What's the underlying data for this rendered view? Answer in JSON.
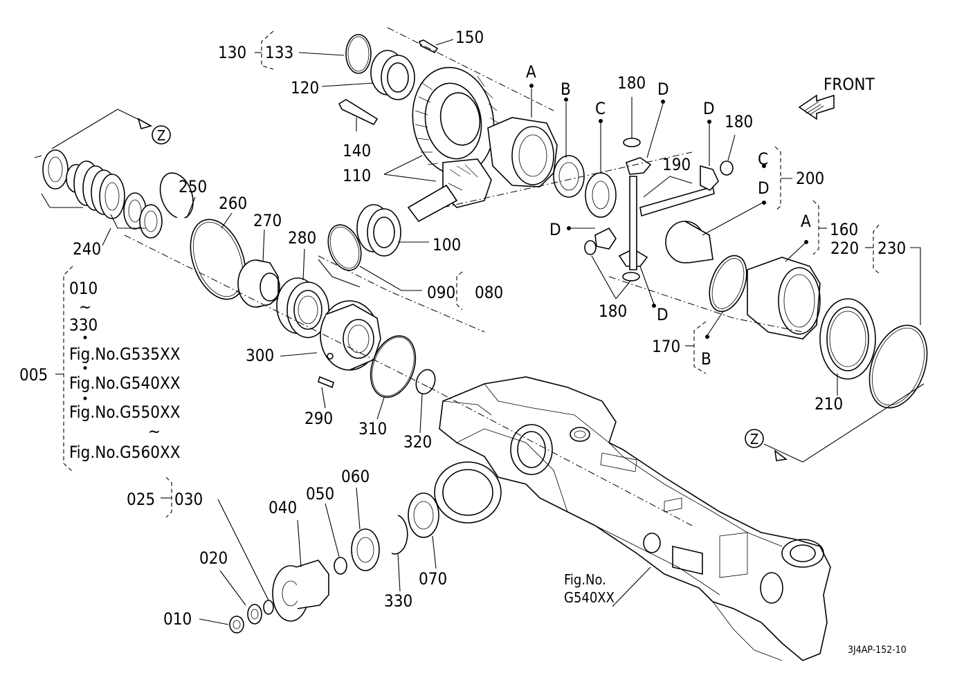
{
  "diagram": {
    "front_label": "FRONT",
    "drawing_code": "3J4AP-152-10",
    "marker_z": "Z",
    "fig_ref_line1": "Fig.No.",
    "fig_ref_line2": "G540XX",
    "assembly_005": {
      "code": "005",
      "start": "010",
      "tilde": "~",
      "end": "330",
      "fig1": "Fig.No.G535XX",
      "fig2": "Fig.No.G540XX",
      "fig3": "Fig.No.G550XX",
      "tilde2": "~",
      "fig4": "Fig.No.G560XX"
    },
    "letters": {
      "a": "A",
      "b": "B",
      "c": "C",
      "d": "D"
    },
    "parts": {
      "p010": "010",
      "p020": "020",
      "p025": "025",
      "p030": "030",
      "p040": "040",
      "p050": "050",
      "p060": "060",
      "p070": "070",
      "p080": "080",
      "p090": "090",
      "p100": "100",
      "p110": "110",
      "p120": "120",
      "p130": "130",
      "p133": "133",
      "p140": "140",
      "p150": "150",
      "p160": "160",
      "p170": "170",
      "p180": "180",
      "p190": "190",
      "p200": "200",
      "p210": "210",
      "p220": "220",
      "p230": "230",
      "p240": "240",
      "p250": "250",
      "p260": "260",
      "p270": "270",
      "p280": "280",
      "p290": "290",
      "p300": "300",
      "p310": "310",
      "p320": "320",
      "p330": "330"
    }
  }
}
